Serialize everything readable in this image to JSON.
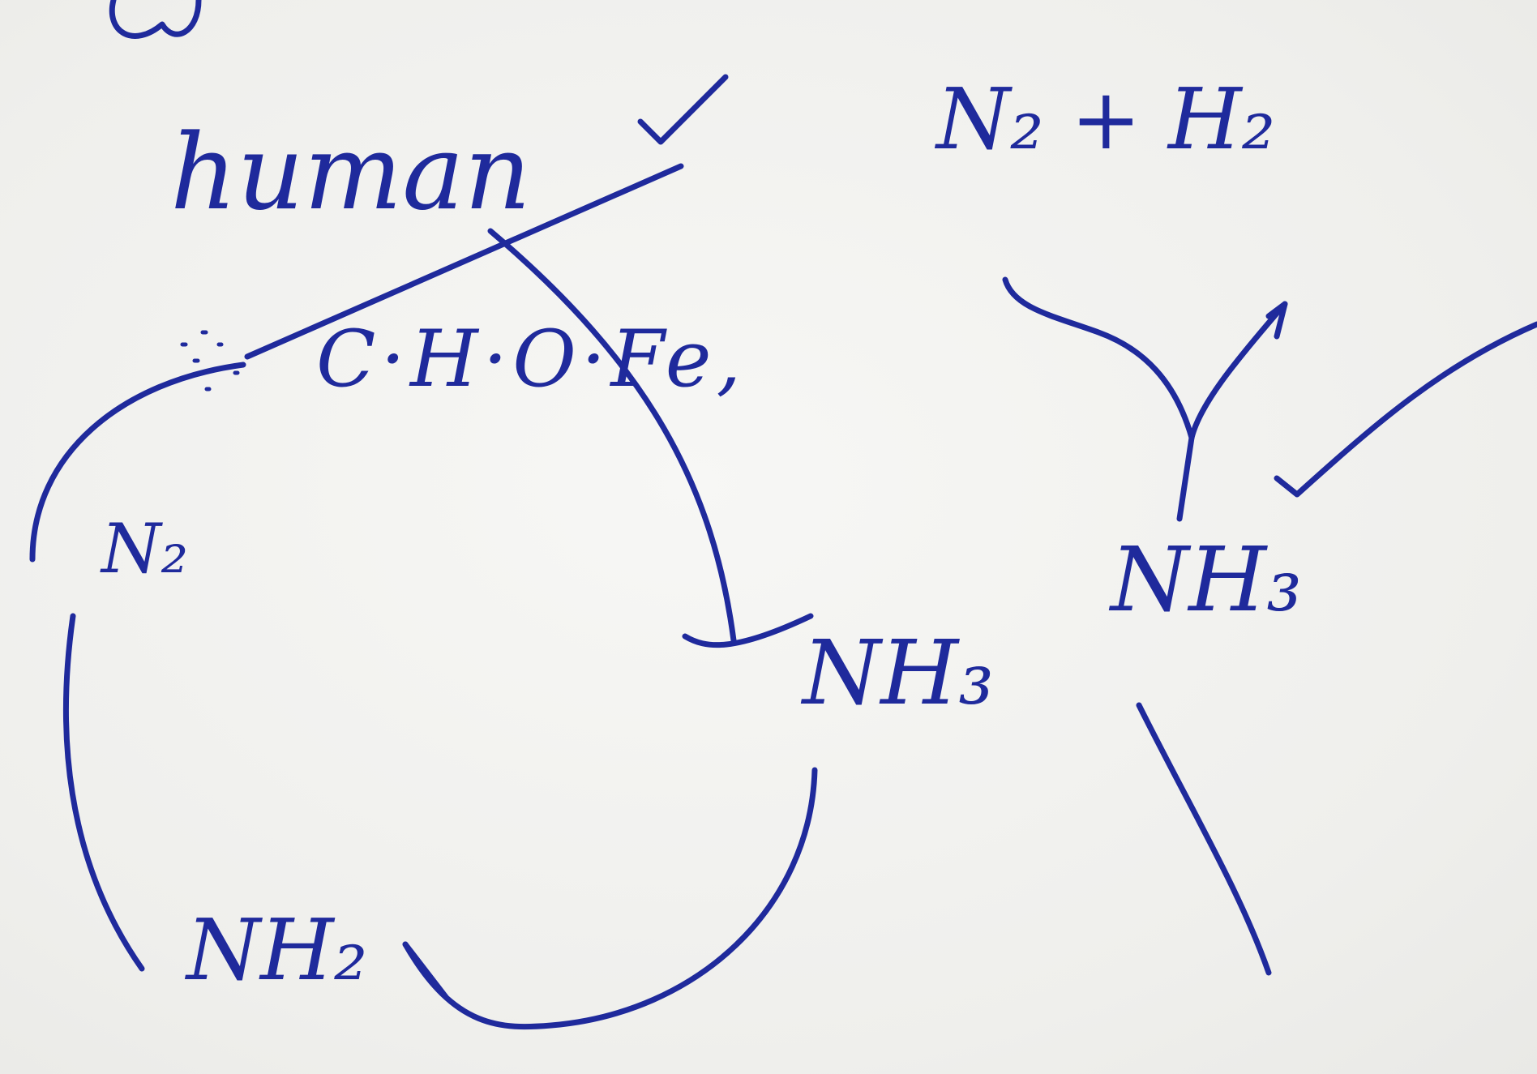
{
  "diagram": {
    "labels": {
      "top_word": "human",
      "elements": "C·H·O·Fe,",
      "reactants": "N₂ + H₂",
      "left_node": "N₂",
      "middle_product": "NH₃",
      "right_product": "NH₃",
      "bottom_node": "NH₂"
    }
  },
  "colors": {
    "ink": "#1f2a9c",
    "paper": "#f3f3f1"
  }
}
